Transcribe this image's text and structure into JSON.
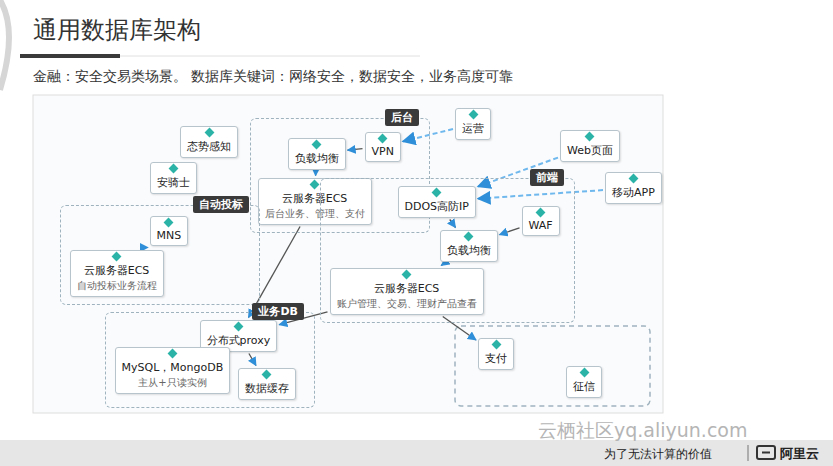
{
  "diagram": {
    "title": "通用数据库架构",
    "caption": "金融：安全交易类场景。 数据库关键词：网络安全，数据安全，业务高度可靠",
    "nodes": [
      {
        "text": [
          "后台"
        ]
      },
      {
        "text": [
          "VPN"
        ],
        "in": 0
      },
      {
        "text": [
          "负载均衡"
        ],
        "in": 0
      },
      {
        "text": [
          "云服务器ECS",
          "后台业务、管理、支付"
        ],
        "in": 0
      },
      {
        "text": [
          "安骑士"
        ]
      },
      {
        "text": [
          "态势感知"
        ]
      },
      {
        "text": [
          "运营"
        ]
      },
      {
        "text": [
          "前端"
        ]
      },
      {
        "text": [
          "Web页面"
        ]
      },
      {
        "text": [
          "移动APP"
        ]
      },
      {
        "text": [
          "DDOS高防IP"
        ],
        "in": 7
      },
      {
        "text": [
          "WAF"
        ],
        "in": 7
      },
      {
        "text": [
          "负载均衡"
        ],
        "in": 7
      },
      {
        "text": [
          "云服务器ECS",
          "账户管理、交易、理财产品查看"
        ],
        "in": 7
      },
      {
        "text": [
          "自动投标"
        ]
      },
      {
        "text": [
          "MNS"
        ],
        "in": 14
      },
      {
        "text": [
          "云服务器ECS",
          "自动投标业务流程"
        ],
        "in": 14
      },
      {
        "text": [
          "业务DB"
        ]
      },
      {
        "text": [
          "分布式proxy"
        ],
        "in": 17
      },
      {
        "text": [
          "MySQL，MongoDB",
          "主从+只读实例"
        ],
        "in": 17
      },
      {
        "text": [
          "数据缓存"
        ],
        "in": 17
      },
      {
        "text": [
          "支付"
        ]
      },
      {
        "text": [
          "征信"
        ]
      }
    ],
    "edges": [
      {
        "from": 6,
        "to": 1,
        "arrow": "to"
      },
      {
        "from": 8,
        "to": 10,
        "arrow": "to"
      },
      {
        "from": 9,
        "to": 10,
        "arrow": "to"
      },
      {
        "from": 1,
        "to": 2,
        "arrow": "to"
      },
      {
        "from": 2,
        "to": 3,
        "arrow": "to"
      },
      {
        "from": 10,
        "to": 12,
        "arrow": "to"
      },
      {
        "from": 11,
        "to": 12,
        "arrow": "to"
      },
      {
        "from": 12,
        "to": 13,
        "arrow": "to"
      },
      {
        "from": 15,
        "to": 16,
        "arrow": "to"
      },
      {
        "from": 3,
        "to": 18,
        "arrow": "to"
      },
      {
        "from": 13,
        "to": 18,
        "arrow": "to"
      },
      {
        "from": 18,
        "to": 19,
        "arrow": "to"
      },
      {
        "from": 18,
        "to": 20,
        "arrow": "to"
      },
      {
        "from": 13,
        "to": 21,
        "arrow": "to"
      }
    ],
    "labels": [
      "为了无法计算的价值",
      "阿里云",
      "云栖社区yq.aliyun.com"
    ]
  }
}
